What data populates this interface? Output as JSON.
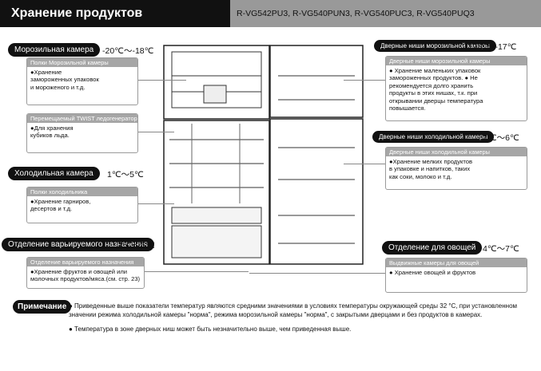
{
  "header": {
    "title": "Хранение продуктов",
    "models": "R-VG542PU3, R-VG540PUN3, R-VG540PUC3, R-VG540PUQ3"
  },
  "left": {
    "freezer": {
      "label": "Морозильная камера",
      "temp": "-20℃～-18℃",
      "box_title": "Полки Морозильной камеры",
      "box_text": "●Хранение замороженных упаковок и мороженого и т.д."
    },
    "twist": {
      "box_title": "Перемещаемый TWIST ледогенератор",
      "box_text": "●Для хранения кубиков льда."
    },
    "fridge": {
      "label": "Холодильная камера",
      "temp": "1℃～5℃",
      "box_title": "Полки холодильника",
      "box_text": "●Хранение гарниров, десертов и т.д."
    },
    "variable": {
      "label": "Отделение варьируемого назначения",
      "temp": "1℃～5℃",
      "box_title": "Отделение варьируемого назначения",
      "box_text": "●Хранение фруктов и овощей или молочных продуктов/мяса.(см. стр. 23)"
    }
  },
  "right": {
    "freezer_door": {
      "label": "Дверные ниши морозильной камеры",
      "temp": "-19℃～-17℃",
      "box_title": "Дверные ниши морозильной камеры",
      "box_text": "● Хранение маленьких упаковок замороженных продуктов. ● Не рекомендуется долго хранить продукты в этих нишах, т.к. при открывании дверцы температура повышается."
    },
    "fridge_door": {
      "label": "Дверные ниши холодильной камеры",
      "temp": "2℃～6℃",
      "box_title": "Дверные ниши холодильной камеры",
      "box_text": "●Хранение мелких продуктов в упаковке и напитков, таких как соки, молоко и т.д."
    },
    "veg": {
      "label": "Отделение для овощей",
      "temp": "4℃～7℃",
      "box_title": "Выдвижные камеры для овощей",
      "box_text": "● Хранение овощей и фруктов"
    }
  },
  "note": {
    "label": "Примечание",
    "line1": "● Приведенные выше показатели температур являются средними значениями в условиях температуры окружающей среды 32 °C, при установленном значении режима холодильной камеры \"норма\", режима морозильной камеры \"норма\", с закрытыми дверцами и без продуктов в камерах.",
    "line2": "● Температура в зоне дверных ниш может быть незначительно выше, чем приведенная выше."
  }
}
